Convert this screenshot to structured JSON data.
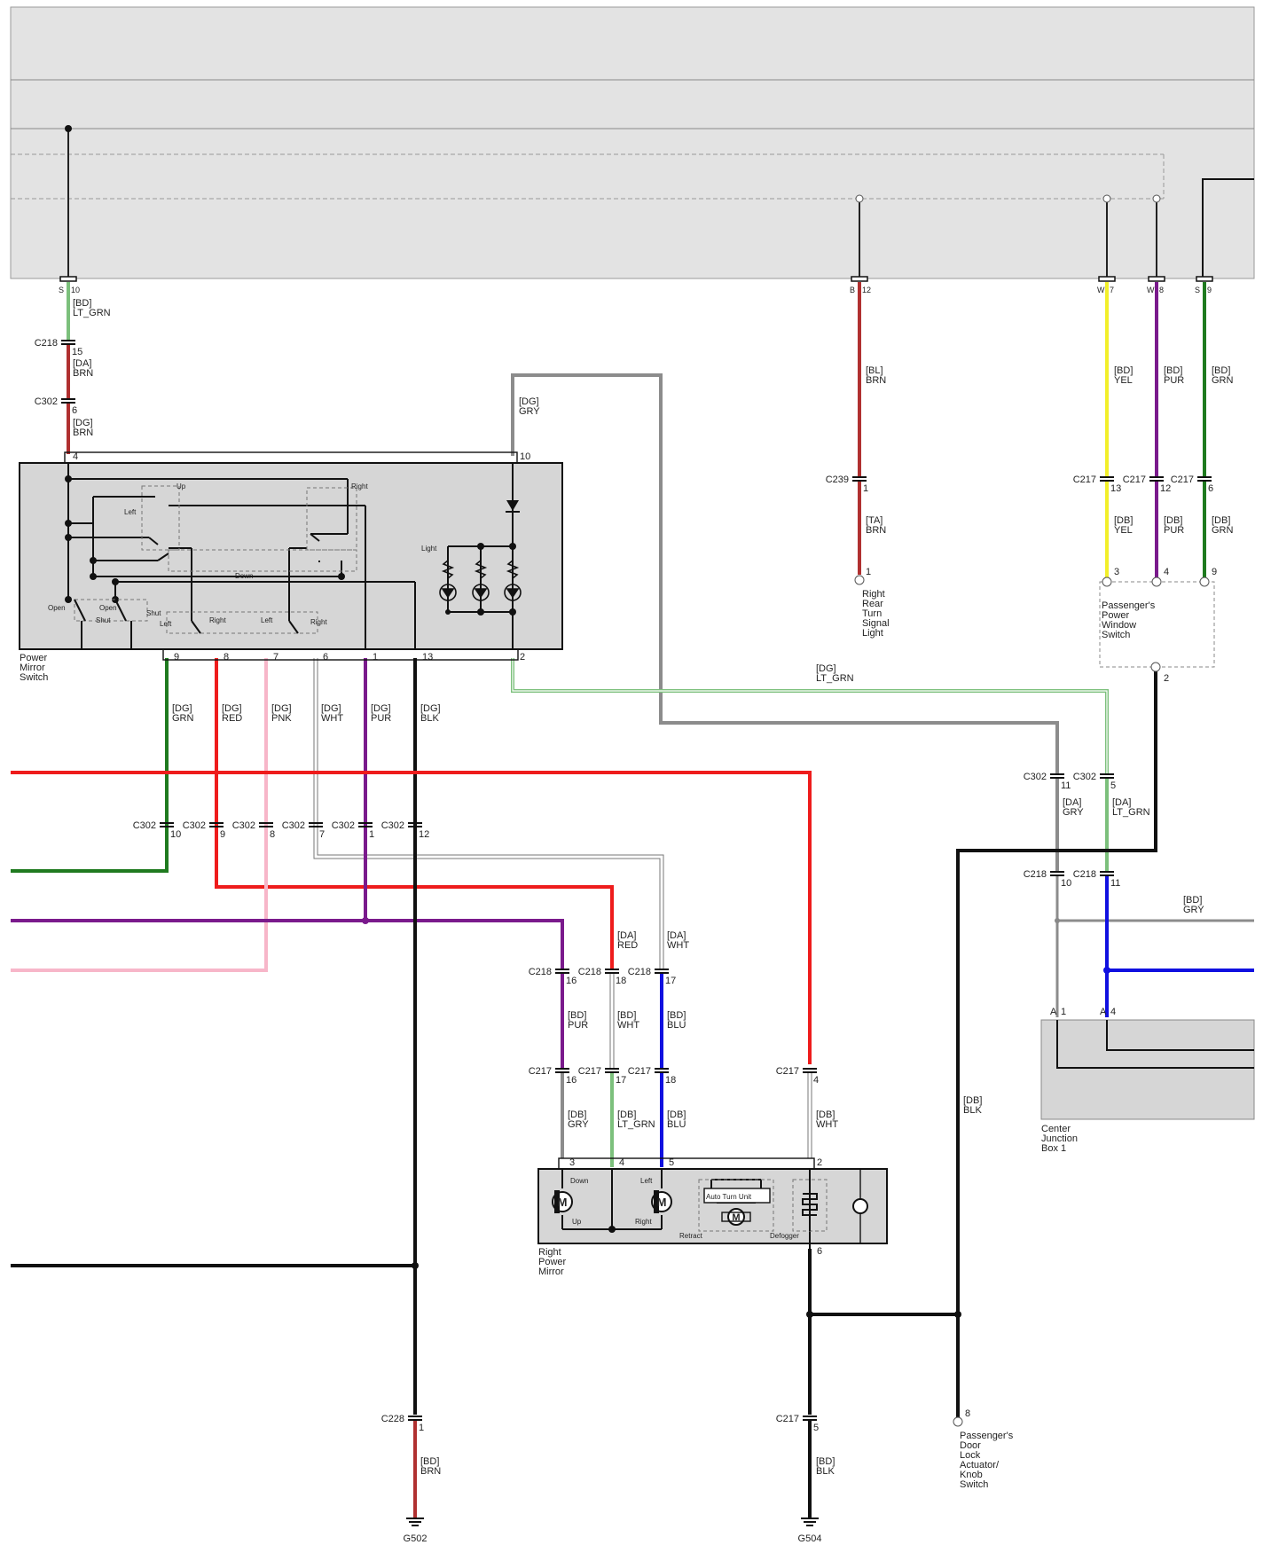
{
  "colors": {
    "background_band": "#e3e3e3",
    "component_fill": "#d6d6d6",
    "wire_black": "#111111",
    "wire_brown": "#b03030",
    "wire_lt_green": "#7cc07c",
    "wire_green": "#1f7a1f",
    "wire_red": "#ee1c1c",
    "wire_pink": "#f7b6c9",
    "wire_white": "#ffffff",
    "wire_purple": "#7a1a8c",
    "wire_gray": "#8c8c8c",
    "wire_yellow": "#f2ef2a",
    "wire_blue": "#1010e0"
  },
  "top_pins": [
    "S",
    "10",
    "B",
    "12",
    "W",
    "7",
    "W",
    "8",
    "S",
    "9"
  ],
  "wire_labels": [
    [
      "[BD]",
      "LT_GRN"
    ],
    [
      "[DA]",
      "BRN"
    ],
    [
      "[DG]",
      "BRN"
    ],
    [
      "[DG]",
      "GRY"
    ],
    [
      "[BL]",
      "BRN"
    ],
    [
      "[TA]",
      "BRN"
    ],
    [
      "[BD]",
      "YEL"
    ],
    [
      "[BD]",
      "PUR"
    ],
    [
      "[BD]",
      "GRN"
    ],
    [
      "[DB]",
      "YEL"
    ],
    [
      "[DB]",
      "PUR"
    ],
    [
      "[DB]",
      "GRN"
    ],
    [
      "[DG]",
      "LT_GRN"
    ],
    [
      "[DG]",
      "GRN"
    ],
    [
      "[DG]",
      "RED"
    ],
    [
      "[DG]",
      "PNK"
    ],
    [
      "[DG]",
      "WHT"
    ],
    [
      "[DG]",
      "PUR"
    ],
    [
      "[DG]",
      "BLK"
    ],
    [
      "[DA]",
      "GRY"
    ],
    [
      "[DA]",
      "LT_GRN"
    ],
    [
      "[BD]",
      "GRY"
    ],
    [
      "[DA]",
      "RED"
    ],
    [
      "[DA]",
      "WHT"
    ],
    [
      "[BD]",
      "PUR"
    ],
    [
      "[BD]",
      "WHT"
    ],
    [
      "[BD]",
      "BLU"
    ],
    [
      "[DB]",
      "GRY"
    ],
    [
      "[DB]",
      "LT_GRN"
    ],
    [
      "[DB]",
      "BLU"
    ],
    [
      "[DB]",
      "WHT"
    ],
    [
      "[DB]",
      "BLK"
    ],
    [
      "[BD]",
      "BRN"
    ],
    [
      "[BD]",
      "BLK"
    ]
  ],
  "connectors": [
    "C218",
    "15",
    "C302",
    "6",
    "C239",
    "1",
    "C217",
    "13",
    "C217",
    "12",
    "C217",
    "6",
    "C302",
    "11",
    "C302",
    "5",
    "C218",
    "10",
    "C218",
    "11",
    "C302",
    "10",
    "C302",
    "9",
    "C302",
    "8",
    "C302",
    "7",
    "C302",
    "1",
    "C302",
    "12",
    "C218",
    "16",
    "C218",
    "18",
    "C218",
    "17",
    "C217",
    "16",
    "C217",
    "17",
    "C217",
    "18",
    "C217",
    "4",
    "C228",
    "1",
    "C217",
    "5"
  ],
  "pins": [
    "4",
    "10",
    "1",
    "3",
    "4",
    "9",
    "2",
    "9",
    "8",
    "7",
    "6",
    "1",
    "13",
    "2",
    "A",
    "1",
    "A",
    "4",
    "3",
    "4",
    "5",
    "2",
    "6",
    "8"
  ],
  "components": {
    "power_mirror_switch": [
      "Power",
      "Mirror",
      "Switch"
    ],
    "right_rear_turn": [
      "Right",
      "Rear",
      "Turn",
      "Signal",
      "Light"
    ],
    "passenger_window_switch": [
      "Passenger's",
      "Power",
      "Window",
      "Switch"
    ],
    "center_junction_box": [
      "Center",
      "Junction",
      "Box 1"
    ],
    "right_power_mirror": [
      "Right",
      "Power",
      "Mirror"
    ],
    "door_lock_switch": [
      "Passenger's",
      "Door",
      "Lock",
      "Actuator/",
      "Knob",
      "Switch"
    ]
  },
  "switch_labels": [
    "Up",
    "Right",
    "Left",
    "Down",
    "Light",
    "Open",
    "Open",
    "Shut",
    "Shut",
    "Left",
    "Right",
    "Left",
    "Right"
  ],
  "mirror_labels": [
    "Down",
    "Up",
    "Left",
    "Right",
    "Auto Turn Unit",
    "Retract",
    "Defogger"
  ],
  "grounds": [
    "G502",
    "G504"
  ]
}
